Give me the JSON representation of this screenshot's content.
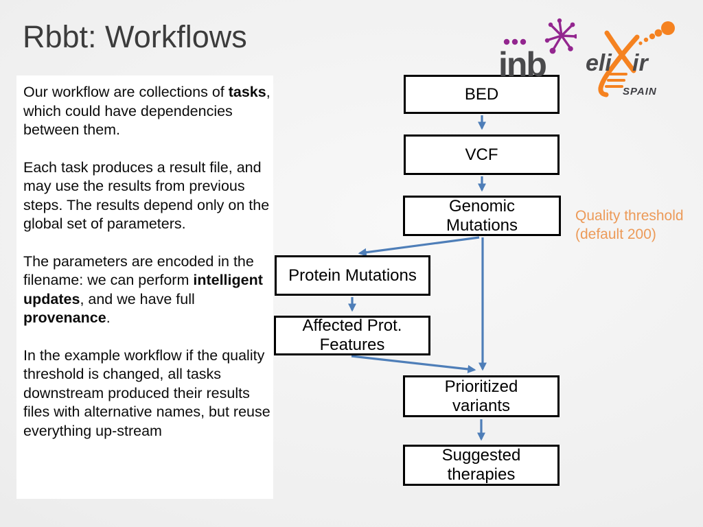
{
  "slide": {
    "title": "Rbbt: Workflows",
    "colors": {
      "arrow_blue": "#4e7eb8",
      "annotation_orange": "#EC9A58",
      "inb_purple": "#93268F",
      "elixir_orange": "#F58220",
      "logo_gray": "#4a4a4c",
      "title_gray": "#3c3c3c",
      "box_border": "#000000",
      "panel_background": "#ffffff"
    },
    "text_panel": {
      "p1": {
        "s0": "Our workflow are collections of ",
        "s1": "tasks",
        "s2": ", which could have dependencies between them."
      },
      "p2": "Each task produces a result file, and may use the results from previous steps. The results depend only on the global set of parameters.",
      "p3": {
        "s0": "The parameters are encoded in the filename: we can perform ",
        "s1": "intelligent updates",
        "s2": ", and we have full ",
        "s3": "provenance",
        "s4": "."
      },
      "p4": "In the example workflow if the quality threshold is changed, all tasks downstream produced their results files with alternative names, but reuse everything up-stream"
    },
    "flowchart": {
      "nodes": {
        "bed": {
          "line1": "BED"
        },
        "vcf": {
          "line1": "VCF"
        },
        "genomic_mutations": {
          "line1": "Genomic",
          "line2": "Mutations"
        },
        "protein_mutations": {
          "line1": "Protein Mutations"
        },
        "affected_prot_features": {
          "line1": "Affected Prot.",
          "line2": "Features"
        },
        "prioritized_variants": {
          "line1": "Prioritized",
          "line2": "variants"
        },
        "suggested_therapies": {
          "line1": "Suggested",
          "line2": "therapies"
        }
      },
      "annotation": {
        "line1": "Quality threshold",
        "line2": "(default 200)"
      }
    },
    "logos": {
      "inb": {
        "text": "inb"
      },
      "elixir": {
        "text_left": "eli",
        "text_right": "ir",
        "subtext": "SPAIN"
      }
    }
  }
}
